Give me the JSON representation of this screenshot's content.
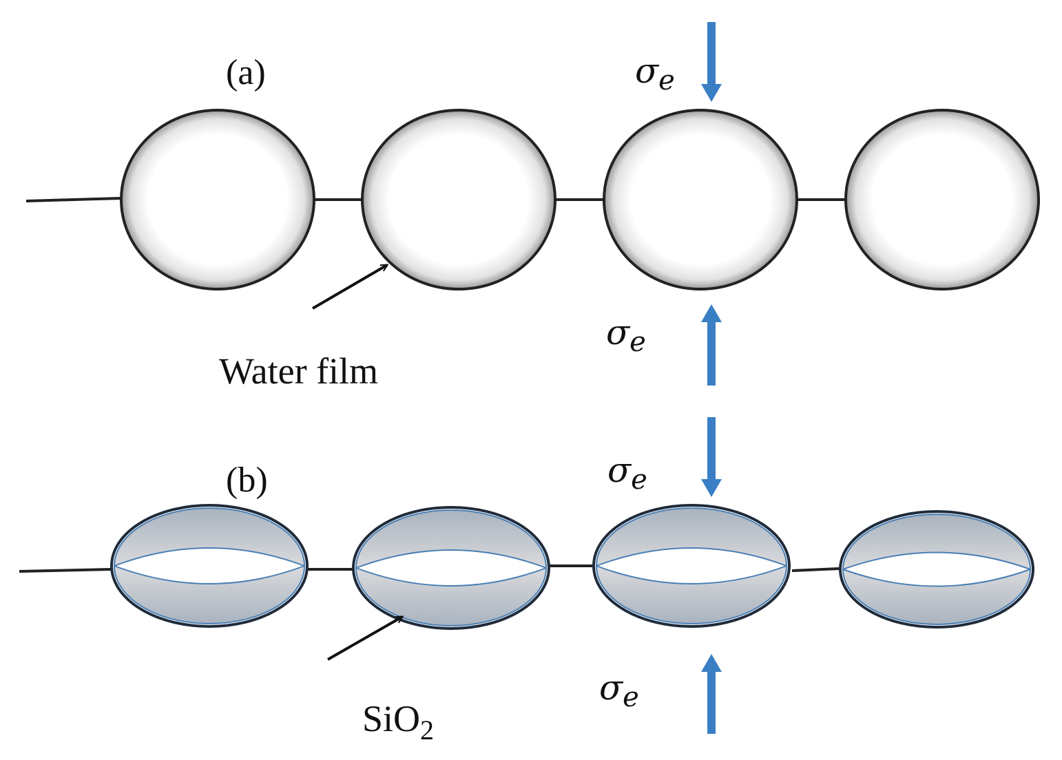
{
  "panel_a": {
    "label": "(a)",
    "annotation": "Water film",
    "stress_top": {
      "symbol": "σ",
      "subscript": "e"
    },
    "stress_bottom": {
      "symbol": "σ",
      "subscript": "e"
    }
  },
  "panel_b": {
    "label": "(b)",
    "annotation": {
      "base": "SiO",
      "subscript": "2"
    },
    "stress_top": {
      "symbol": "σ",
      "subscript": "e"
    },
    "stress_bottom": {
      "symbol": "σ",
      "subscript": "e"
    }
  },
  "colors": {
    "outline": "#222222",
    "arrow": "#3a7fc4",
    "shell": "#b9bcc2",
    "shell_edge": "#4a7fb5"
  }
}
